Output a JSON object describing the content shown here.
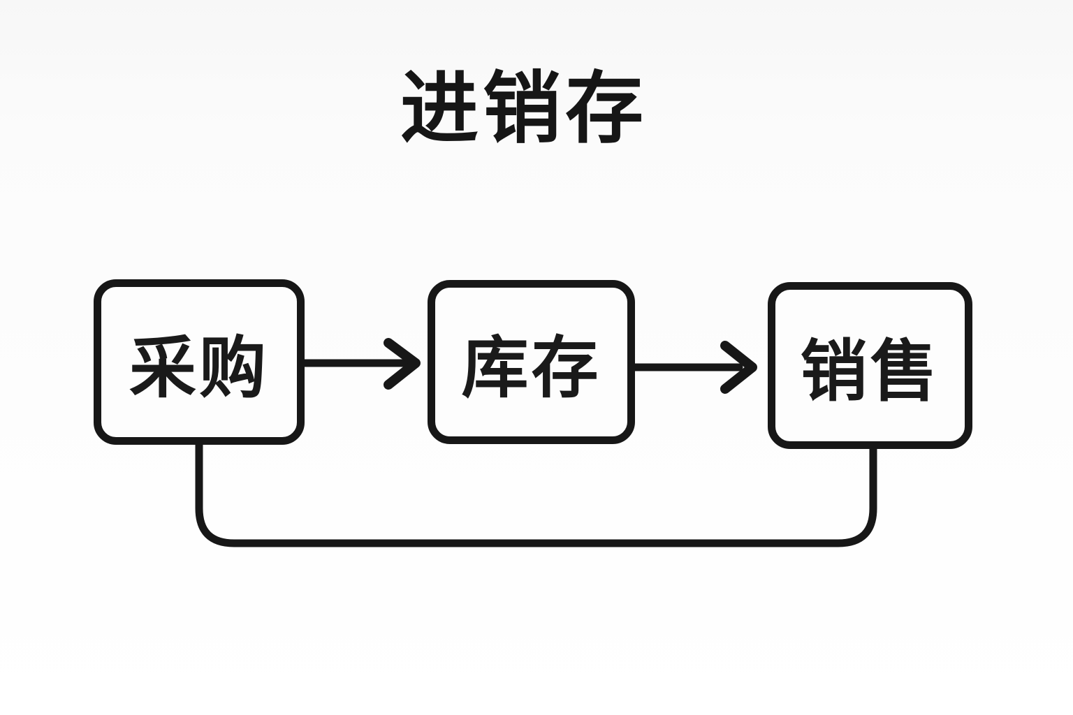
{
  "title": "进销存",
  "nodes": [
    {
      "id": "purchase",
      "label": "采购"
    },
    {
      "id": "inventory",
      "label": "库存"
    },
    {
      "id": "sales",
      "label": "销售"
    }
  ],
  "edges": [
    {
      "from": "采购",
      "to": "库存",
      "type": "arrow"
    },
    {
      "from": "库存",
      "to": "销售",
      "type": "arrow"
    },
    {
      "from": "采购",
      "to": "销售",
      "type": "bottom-loop"
    }
  ],
  "colors": {
    "line": "#171717",
    "background": "#fafafa",
    "node_fill": "#fdfdfd",
    "text": "#161616"
  }
}
